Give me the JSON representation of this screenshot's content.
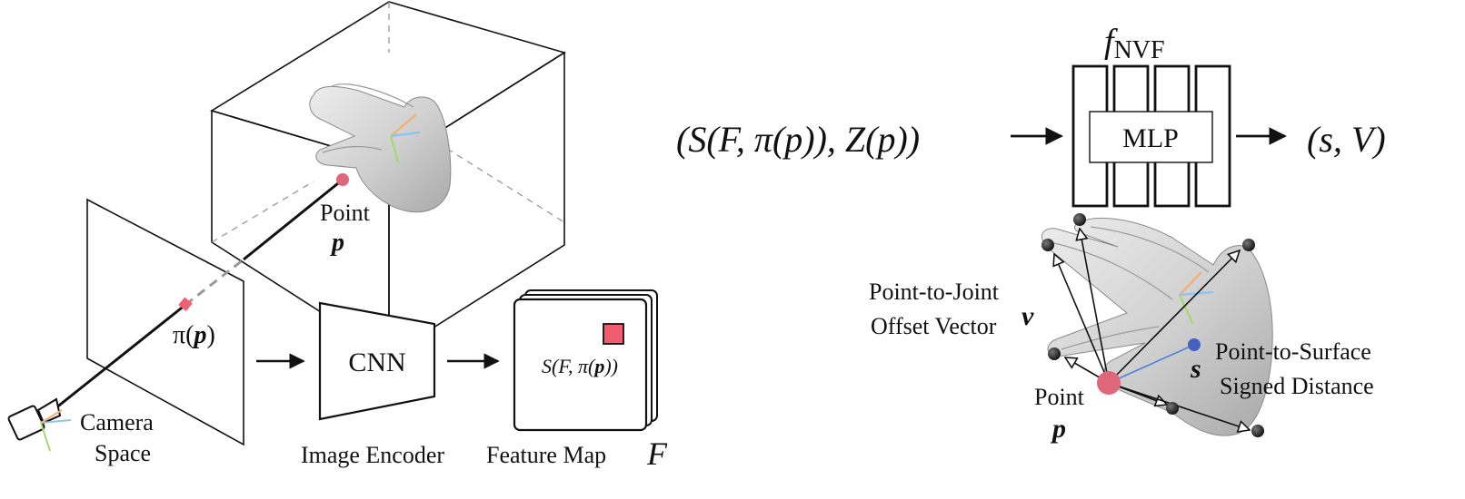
{
  "left_panel": {
    "point_label": "Point",
    "point_symbol": "p",
    "projection_label": "π(",
    "projection_symbol": "p",
    "projection_close": ")",
    "camera_label_line1": "Camera",
    "camera_label_line2": "Space",
    "cnn_label": "CNN",
    "encoder_caption": "Image Encoder",
    "feature_map_caption": "Feature Map",
    "feature_map_symbol": "F",
    "sample_expr_prefix": "S(F, π(",
    "sample_expr_symbol": "p",
    "sample_expr_suffix": "))"
  },
  "right_panel": {
    "input_expr": "(S(F, π(p)), Z(p))",
    "network_symbol": "f",
    "network_subscript": "NVF",
    "mlp_label": "MLP",
    "output_expr": "(s, V)",
    "offset_label_line1": "Point-to-Joint",
    "offset_label_line2": "Offset Vector",
    "offset_symbol": "v",
    "distance_label_line1": "Point-to-Surface",
    "distance_label_line2": "Signed Distance",
    "distance_symbol": "s",
    "point_label": "Point",
    "point_symbol": "p"
  },
  "colors": {
    "point": "#e0667a",
    "projected_point": "#f06070",
    "feature_patch": "#f25c70",
    "surface_point": "#4460c0",
    "joint": "#222222",
    "hand": "#cfcfcf",
    "axis_x": "#f2b07a",
    "axis_y": "#8cc6f0",
    "axis_z": "#a8d878"
  },
  "icons": [
    "camera-icon",
    "hand-mesh-icon",
    "hand-mesh-icon"
  ]
}
